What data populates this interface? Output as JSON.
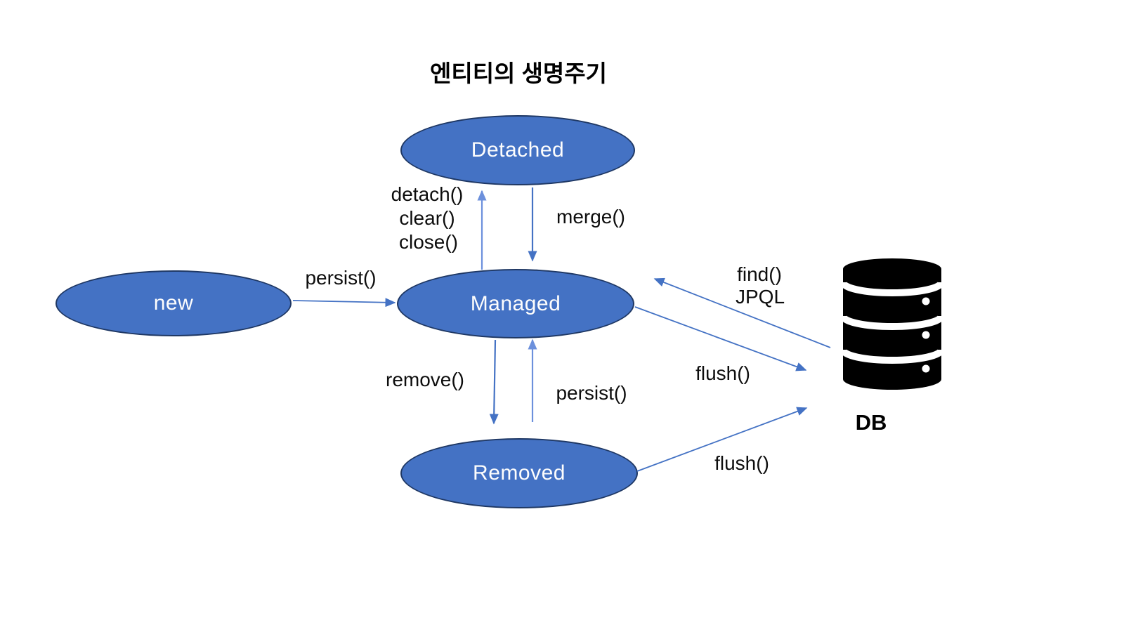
{
  "title": "엔티티의 생명주기",
  "nodes": {
    "new_state": {
      "label": "new"
    },
    "managed": {
      "label": "Managed"
    },
    "detached": {
      "label": "Detached"
    },
    "removed": {
      "label": "Removed"
    }
  },
  "edge_labels": {
    "detach": "detach()",
    "clear": "clear()",
    "close": "close()",
    "merge": "merge()",
    "persist_from_new": "persist()",
    "remove": "remove()",
    "persist_from_removed": "persist()",
    "find": "find()",
    "jpql": "JPQL",
    "flush_from_managed": "flush()",
    "flush_from_removed": "flush()"
  },
  "database": {
    "label": "DB",
    "icon": "database-icon"
  },
  "colors": {
    "node_fill": "#4472C4",
    "node_border": "#1F3864",
    "node_text": "#FDFDFD",
    "arrow": "#4472C4",
    "arrow_light": "#6C90DC",
    "label_text": "#0d0d0d",
    "db_icon": "#000000"
  }
}
